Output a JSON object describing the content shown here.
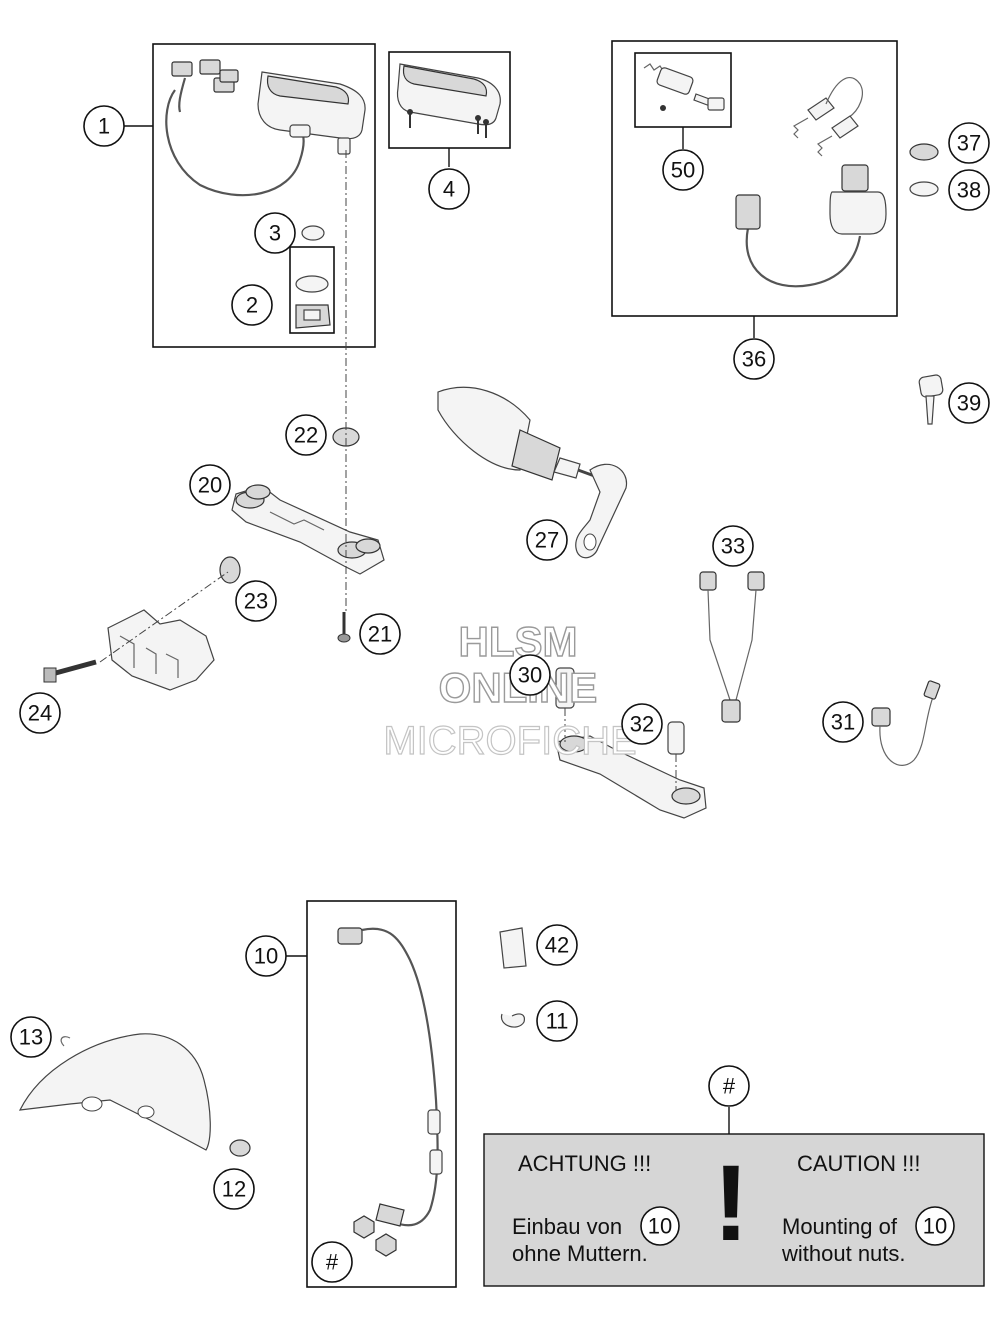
{
  "watermark": {
    "line1": "HLSM",
    "line2": "ONLINE",
    "line3": "MICROFICHE"
  },
  "callouts": [
    {
      "id": "c1",
      "label": "1"
    },
    {
      "id": "c2",
      "label": "2"
    },
    {
      "id": "c3",
      "label": "3"
    },
    {
      "id": "c4",
      "label": "4"
    },
    {
      "id": "c50",
      "label": "50"
    },
    {
      "id": "c36",
      "label": "36"
    },
    {
      "id": "c37",
      "label": "37"
    },
    {
      "id": "c38",
      "label": "38"
    },
    {
      "id": "c39",
      "label": "39"
    },
    {
      "id": "c22",
      "label": "22"
    },
    {
      "id": "c20",
      "label": "20"
    },
    {
      "id": "c27",
      "label": "27"
    },
    {
      "id": "c33",
      "label": "33"
    },
    {
      "id": "c23",
      "label": "23"
    },
    {
      "id": "c21",
      "label": "21"
    },
    {
      "id": "c24",
      "label": "24"
    },
    {
      "id": "c30",
      "label": "30"
    },
    {
      "id": "c32",
      "label": "32"
    },
    {
      "id": "c31",
      "label": "31"
    },
    {
      "id": "c10",
      "label": "10"
    },
    {
      "id": "c42",
      "label": "42"
    },
    {
      "id": "c11",
      "label": "11"
    },
    {
      "id": "c13",
      "label": "13"
    },
    {
      "id": "c12",
      "label": "12"
    },
    {
      "id": "chash1",
      "label": "#"
    },
    {
      "id": "chash2",
      "label": "#"
    }
  ],
  "note": {
    "de_title": "ACHTUNG !!!",
    "en_title": "CAUTION !!!",
    "mark": "!",
    "de_line1": "Einbau von",
    "de_ref": "10",
    "de_line2": "ohne Muttern.",
    "en_line1": "Mounting of",
    "en_ref": "10",
    "en_line2": "without nuts."
  },
  "colors": {
    "note_background": "#d6d6d6",
    "ink": "#111111"
  }
}
